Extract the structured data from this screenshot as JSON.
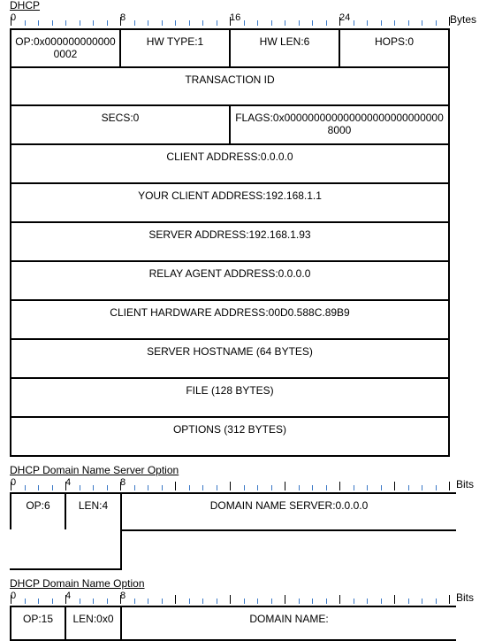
{
  "dhcp": {
    "title": "DHCP",
    "ruler": {
      "labels": [
        "0",
        "8",
        "16",
        "24"
      ],
      "unit": "Bytes"
    },
    "fields": {
      "op": "OP:0x0000000000000002",
      "hw_type": "HW TYPE:1",
      "hw_len": "HW LEN:6",
      "hops": "HOPS:0",
      "transaction_id": "TRANSACTION ID",
      "secs": "SECS:0",
      "flags": "FLAGS:0x0000000000000000000000000008000",
      "client_address": "CLIENT ADDRESS:0.0.0.0",
      "your_client_address": "YOUR CLIENT ADDRESS:192.168.1.1",
      "server_address": "SERVER ADDRESS:192.168.1.93",
      "relay_agent_address": "RELAY AGENT ADDRESS:0.0.0.0",
      "client_hardware_address": "CLIENT HARDWARE ADDRESS:00D0.588C.89B9",
      "server_hostname": "SERVER HOSTNAME (64 BYTES)",
      "file": "FILE (128 BYTES)",
      "options": "OPTIONS (312 BYTES)"
    }
  },
  "dns_option": {
    "title": "DHCP Domain Name Server Option",
    "ruler": {
      "labels": [
        "0",
        "4",
        "8"
      ],
      "unit": "Bits"
    },
    "fields": {
      "op": "OP:6",
      "len": "LEN:4",
      "domain_name_server": "DOMAIN NAME SERVER:0.0.0.0"
    }
  },
  "dn_option": {
    "title": "DHCP Domain Name Option",
    "ruler": {
      "labels": [
        "0",
        "4",
        "8"
      ],
      "unit": "Bits"
    },
    "fields": {
      "op": "OP:15",
      "len": "LEN:0x0",
      "domain_name": "DOMAIN NAME:"
    }
  }
}
